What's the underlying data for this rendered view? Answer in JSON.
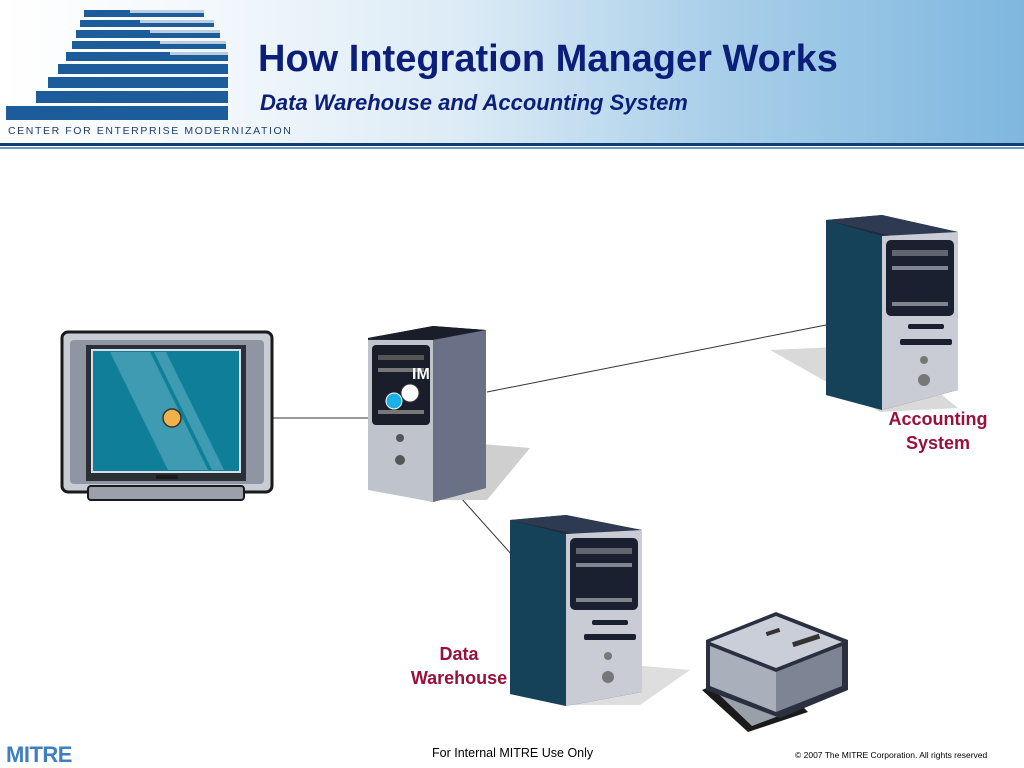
{
  "header": {
    "title": "How Integration Manager Works",
    "subtitle": "Data Warehouse and Accounting System",
    "logo_caption": "CENTER FOR ENTERPRISE MODERNIZATION"
  },
  "diagram": {
    "im_label": "IM",
    "accounting_label_line1": "Accounting",
    "accounting_label_line2": "System",
    "warehouse_label_line1": "Data",
    "warehouse_label_line2": "Warehouse"
  },
  "footer": {
    "brand": "MITRE",
    "center_text": "For Internal MITRE Use Only",
    "copyright": "© 2007 The MITRE Corporation. All rights reserved"
  },
  "colors": {
    "title": "#0b1f7a",
    "label": "#9a0f3c",
    "brand": "#3d7fc0"
  }
}
